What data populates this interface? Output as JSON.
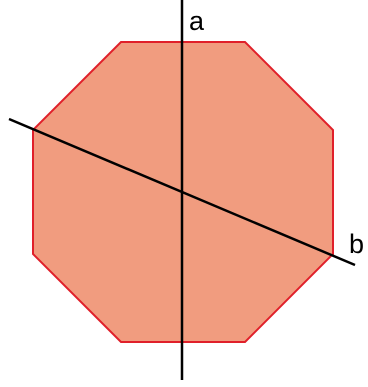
{
  "diagram": {
    "shape": "regular octagon",
    "fill_color": "#f19c7f",
    "stroke_color": "#e0202a",
    "line_color": "#000000",
    "lines": [
      {
        "label": "a",
        "kind": "axis through midpoints of top and bottom edges"
      },
      {
        "label": "b",
        "kind": "diagonal through opposite vertices"
      }
    ]
  }
}
